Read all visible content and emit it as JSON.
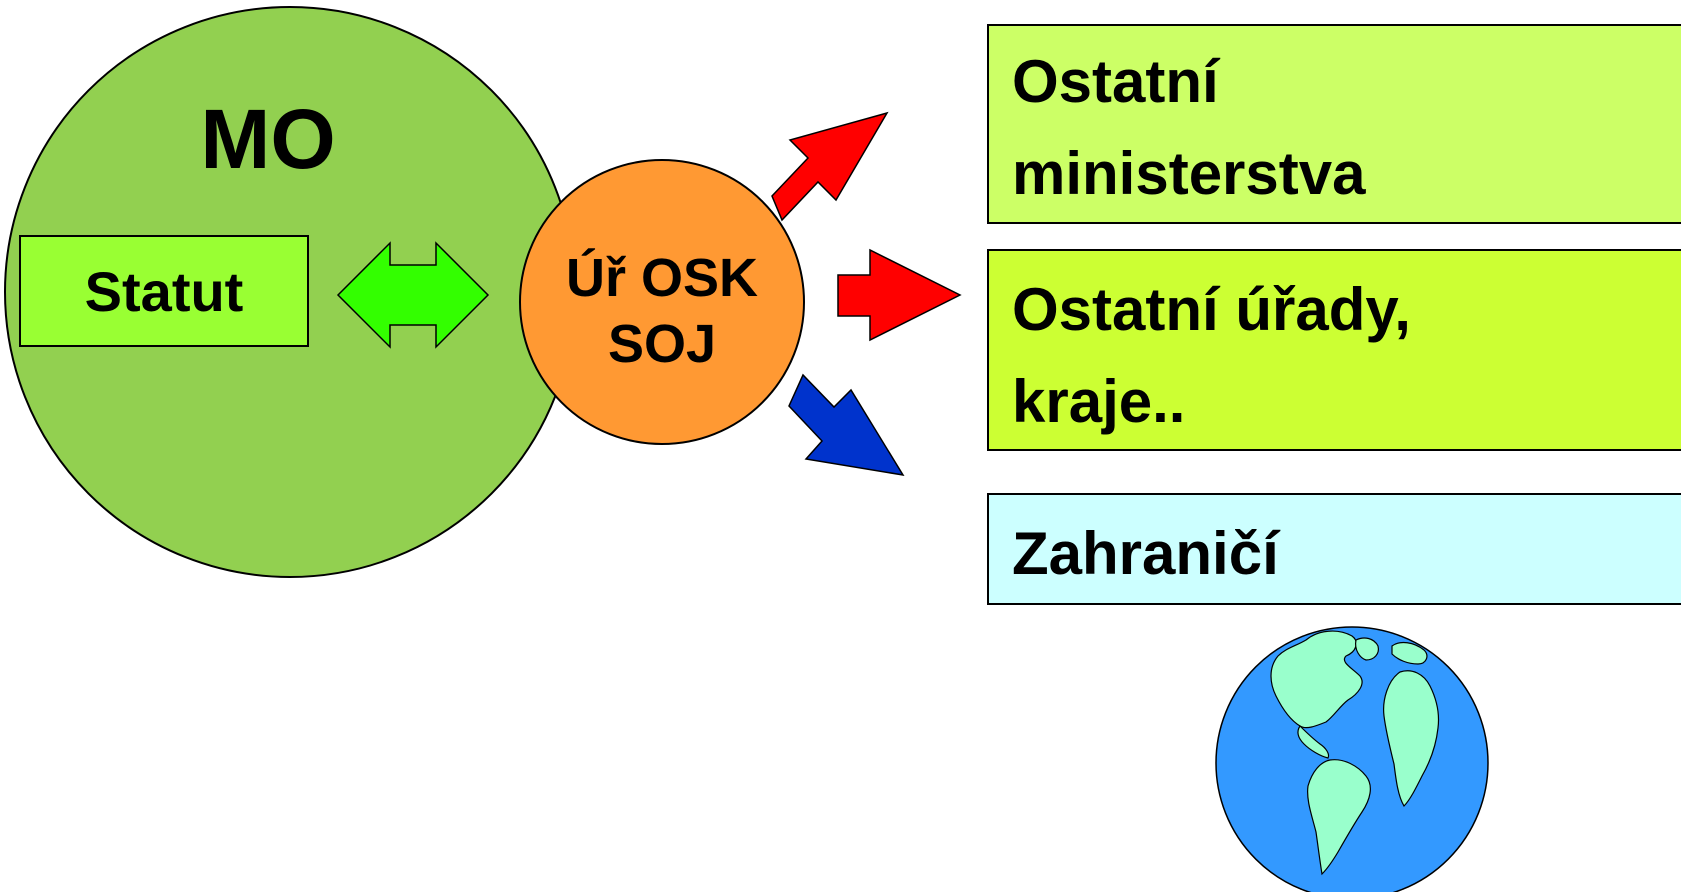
{
  "nodes": {
    "mo": {
      "title": "MO",
      "color": "#92D050"
    },
    "statut": {
      "label": "Statut",
      "color": "#99FF33"
    },
    "office": {
      "line1": "Úř OSK",
      "line2": "SOJ",
      "color": "#FF9933"
    }
  },
  "targets": [
    {
      "line1": "Ostatní",
      "line2": "ministerstva",
      "color": "#CCFF66"
    },
    {
      "line1": "Ostatní úřady,",
      "line2": "kraje..",
      "color": "#CCFF33"
    },
    {
      "line1": "Zahraničí",
      "color": "#CCFFFF"
    }
  ],
  "arrows": {
    "statut_office": {
      "color": "#33FF00"
    },
    "to_ministries": {
      "color": "#FF0000"
    },
    "to_offices": {
      "color": "#FF0000"
    },
    "to_abroad": {
      "color": "#0033CC"
    }
  },
  "globe": {
    "icon": "globe-icon",
    "ocean_color": "#3399FF",
    "land_color": "#99FFCC"
  }
}
